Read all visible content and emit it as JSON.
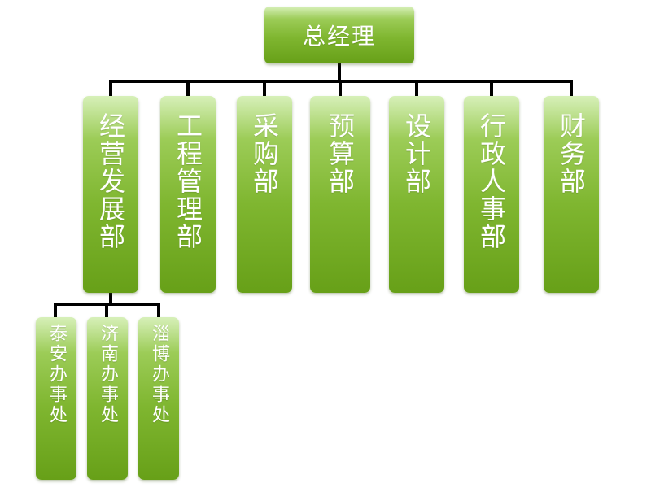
{
  "root": {
    "label": "总经理"
  },
  "departments": [
    {
      "label": "经营发展部"
    },
    {
      "label": "工程管理部"
    },
    {
      "label": "采购部"
    },
    {
      "label": "预算部"
    },
    {
      "label": "设计部"
    },
    {
      "label": "行政人事部"
    },
    {
      "label": "财务部"
    }
  ],
  "offices": [
    {
      "label": "泰安办事处"
    },
    {
      "label": "济南办事处"
    },
    {
      "label": "淄博办事处"
    }
  ],
  "colors": {
    "node_fill_top": "#d7f0b9",
    "node_fill_bottom": "#67a018",
    "node_text": "#ffffff",
    "connector": "#000000"
  }
}
